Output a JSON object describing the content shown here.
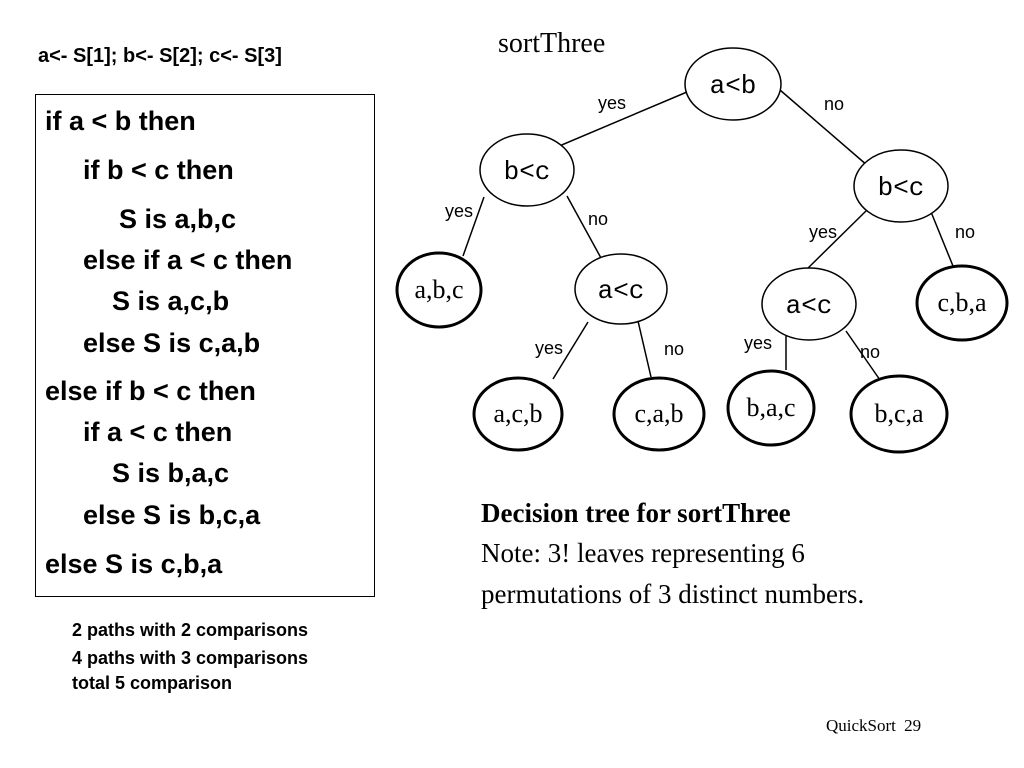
{
  "assignment_line": "a<- S[1]; b<- S[2]; c<- S[3]",
  "code_lines": [
    "if a < b then",
    "if b < c then",
    "S is a,b,c",
    "else if a < c then",
    "S is a,c,b",
    "else S is c,a,b",
    "else if b < c then",
    "if a < c then",
    "S is b,a,c",
    "else  S is b,c,a",
    "else S is c,b,a"
  ],
  "path_stats": [
    "2 paths with 2 comparisons",
    "4 paths with 3 comparisons",
    "total 5 comparison"
  ],
  "tree": {
    "title": "sortThree",
    "nodes": {
      "root": "a<b",
      "left": "b<c",
      "right": "b<c",
      "left_right": "a<c",
      "right_left": "a<c"
    },
    "leaves": {
      "abc": "a,b,c",
      "acb": "a,c,b",
      "cab": "c,a,b",
      "bac": "b,a,c",
      "bca": "b,c,a",
      "cba": "c,b,a"
    },
    "yes_label": "yes",
    "no_label": "no"
  },
  "caption": {
    "title": "Decision tree for sortThree",
    "line1": "Note: 3! leaves representing 6",
    "line2": "permutations of 3 distinct numbers."
  },
  "footer": {
    "label": "QuickSort",
    "page": "29"
  }
}
